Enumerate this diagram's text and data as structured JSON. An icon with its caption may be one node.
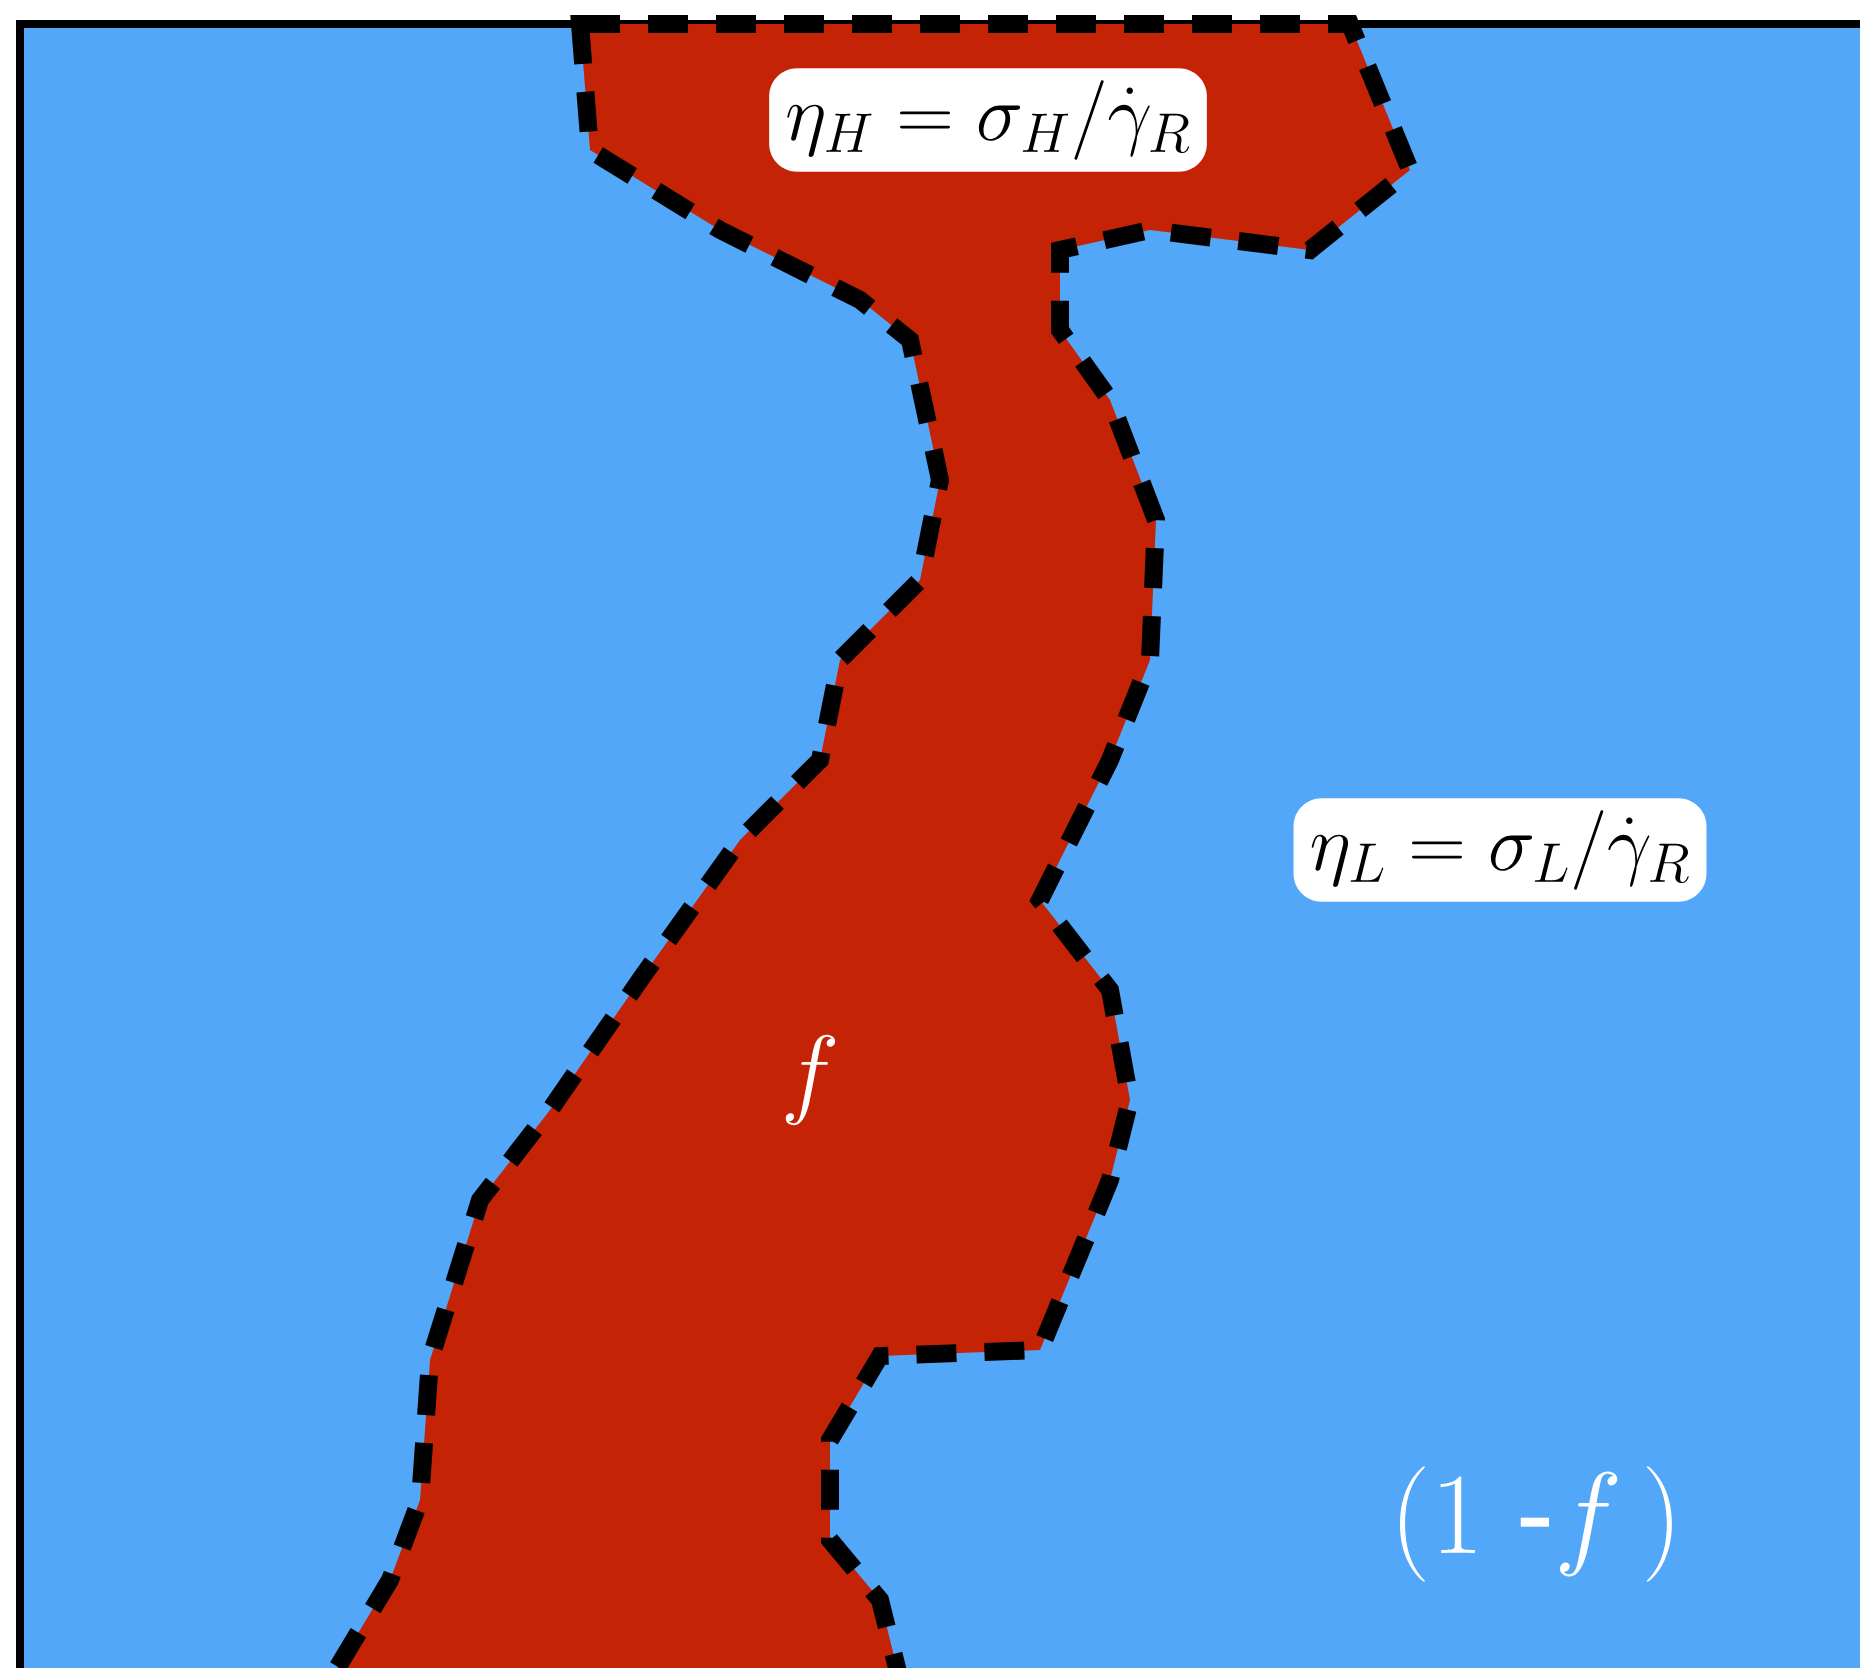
{
  "diagram": {
    "nodes": [
      {
        "text": [
          "(1\\ \\mbox{-}f\\,)"
        ]
      },
      {
        "text": [
          "f"
        ],
        "in": 0
      },
      {
        "text": [
          "\\eta_H = \\sigma_H/\\dot{\\gamma}_R"
        ],
        "in": 1
      },
      {
        "text": [
          "\\eta_L = \\sigma_L/\\dot{\\gamma}_R"
        ],
        "in": 0
      }
    ]
  }
}
